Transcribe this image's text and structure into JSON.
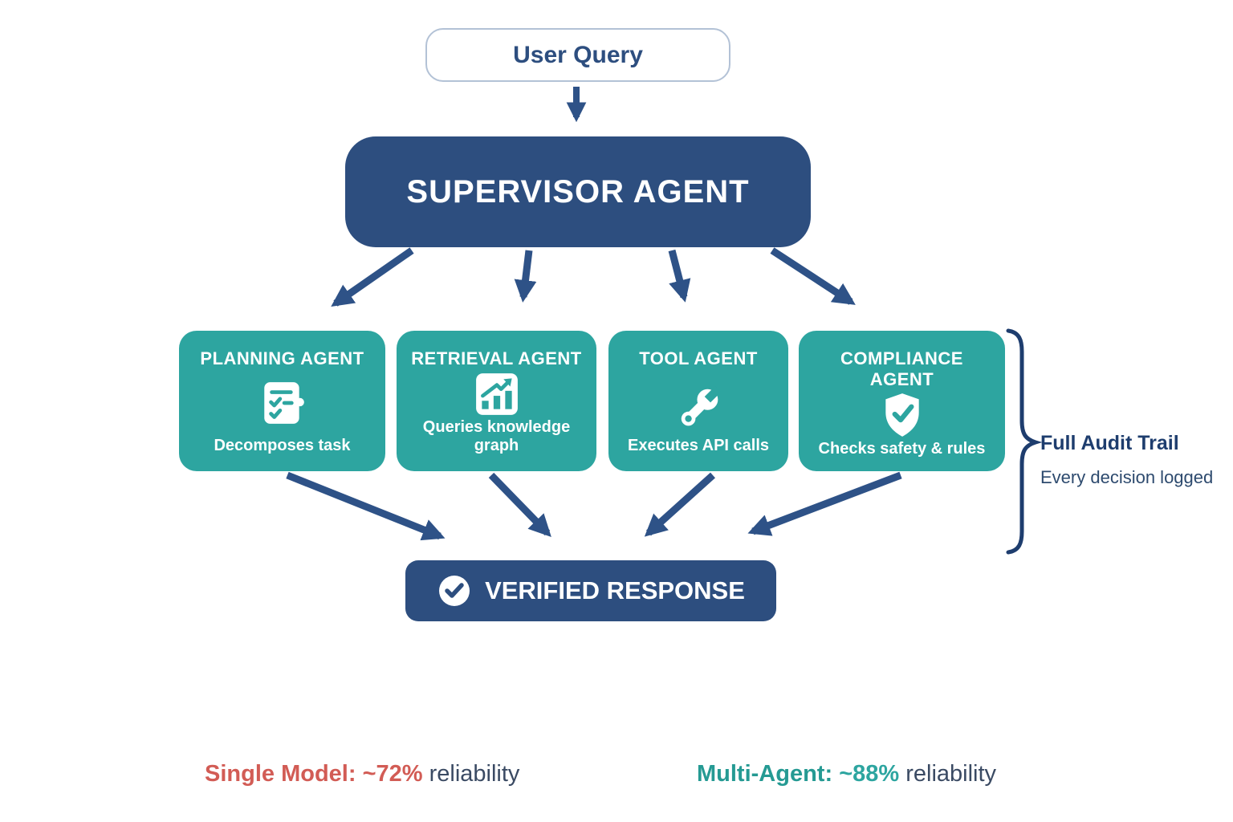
{
  "diagram": {
    "user_query": {
      "label": "User Query"
    },
    "supervisor": {
      "label": "SUPERVISOR AGENT"
    },
    "agents": [
      {
        "title": "PLANNING AGENT",
        "subtitle": "Decomposes task",
        "icon": "checklist-icon"
      },
      {
        "title": "RETRIEVAL AGENT",
        "subtitle": "Queries knowledge graph",
        "icon": "bar-chart-trend-icon"
      },
      {
        "title": "TOOL AGENT",
        "subtitle": "Executes API calls",
        "icon": "wrench-icon"
      },
      {
        "title": "COMPLIANCE AGENT",
        "subtitle": "Checks safety & rules",
        "icon": "shield-check-icon"
      }
    ],
    "audit": {
      "title": "Full Audit Trail",
      "subtitle": "Every decision logged"
    },
    "verified": {
      "label": "VERIFIED RESPONSE",
      "icon": "circle-check-icon"
    },
    "stats": {
      "single_label": "Single Model:",
      "single_value": "~72%",
      "single_suffix": " reliability",
      "multi_label": "Multi-Agent:",
      "multi_value": "~88%",
      "multi_suffix": " reliability"
    },
    "colors": {
      "navy": "#2d4e7f",
      "arrow_navy": "#2e5287",
      "teal": "#2da5a0",
      "bracket_navy": "#1e3d6e",
      "red": "#d25c55",
      "teal_text": "#259a93",
      "slate_text": "#3a4a63",
      "query_border": "#b3c2d6"
    }
  }
}
